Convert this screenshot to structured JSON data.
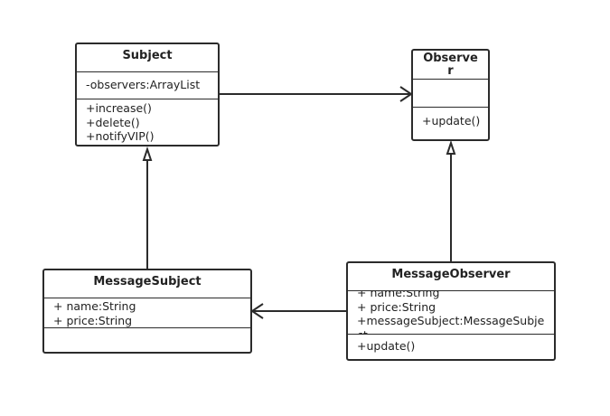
{
  "diagram": {
    "classes": {
      "subject": {
        "name": "Subject",
        "attributes": [
          "-observers:ArrayList"
        ],
        "methods": [
          "+increase()",
          "+delete()",
          "+notifyVIP()"
        ]
      },
      "observer": {
        "name": "Observer",
        "attributes": [],
        "methods": [
          "+update()"
        ]
      },
      "message_subject": {
        "name": "MessageSubject",
        "attributes": [
          "+ name:String",
          "+ price:String"
        ],
        "methods": []
      },
      "message_observer": {
        "name": "MessageObserver",
        "attributes": [
          "+ name:String",
          "+ price:String",
          "+messageSubject:MessageSubject"
        ],
        "methods": [
          "+update()"
        ]
      }
    },
    "relationships": [
      {
        "type": "association",
        "from": "Subject",
        "to": "Observer"
      },
      {
        "type": "inheritance",
        "from": "MessageSubject",
        "to": "Subject"
      },
      {
        "type": "inheritance",
        "from": "MessageObserver",
        "to": "Observer"
      },
      {
        "type": "association",
        "from": "MessageObserver",
        "to": "MessageSubject"
      }
    ],
    "colors": {
      "stroke": "#2b2b2b",
      "background": "#ffffff"
    }
  }
}
